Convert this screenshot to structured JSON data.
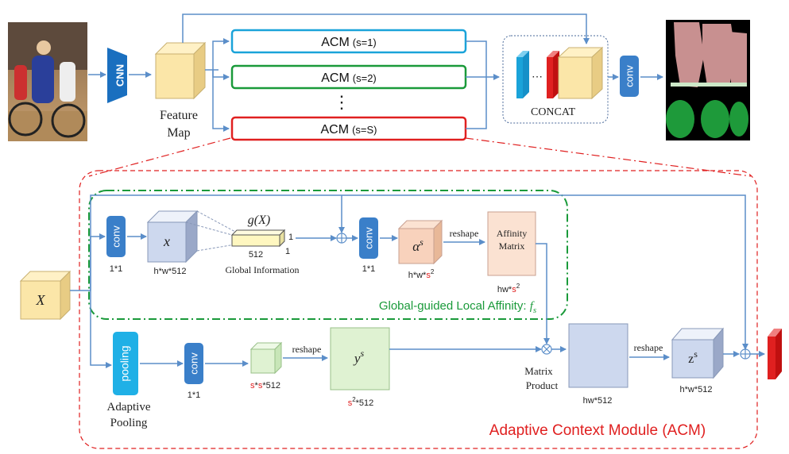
{
  "top": {
    "cnn_label": "CNN",
    "feature_map_label_line1": "Feature",
    "feature_map_label_line2": "Map",
    "acm_branches": [
      {
        "name": "ACM",
        "scale": "(s=1)",
        "color": "#1aa3d9"
      },
      {
        "name": "ACM",
        "scale": "(s=2)",
        "color": "#1a9a3a"
      },
      {
        "name": "ACM",
        "scale": "(s=S)",
        "color": "#e02020"
      }
    ],
    "dots": "⋮",
    "concat_label": "CONCAT",
    "ellipsis": "⋯",
    "conv_label": "conv",
    "input_image": "cyclists-photo",
    "output_image": "segmentation-mask"
  },
  "acm": {
    "title": "Adaptive Context Module (ACM)",
    "input_label": "X",
    "global_branch_title": "Global-guided Local Affinity: ",
    "global_branch_symbol": "f",
    "global_branch_sub": "s",
    "conv_label": "conv",
    "pooling_label": "pooling",
    "conv1_size": "1*1",
    "x_label": "x",
    "x_size": "h*w*512",
    "gx_label": "g(X)",
    "gx_dim_512": "512",
    "gx_dim_1a": "1",
    "gx_dim_1b": "1",
    "global_info_label": "Global Information",
    "conv2_size": "1*1",
    "alpha_label": "α",
    "alpha_sup": "s",
    "alpha_size_base": "h*w*",
    "alpha_size_s": "s",
    "alpha_size_sup": "2",
    "reshape1": "reshape",
    "affinity_line1": "Affinity",
    "affinity_line2": "Matrix",
    "affinity_size_base": "hw*",
    "affinity_size_s": "s",
    "affinity_size_sup": "2",
    "adaptive_pool_line1": "Adaptive",
    "adaptive_pool_line2": "Pooling",
    "conv3_size": "1*1",
    "ss_size_s1": "s",
    "ss_size_mid": "*",
    "ss_size_s2": "s",
    "ss_size_end": "*512",
    "reshape2": "reshape",
    "y_label": "y",
    "y_sup": "s",
    "y_size_s": "s",
    "y_size_sup": "2",
    "y_size_end": "*512",
    "matrix_product_line1": "Matrix",
    "matrix_product_line2": "Product",
    "hw_size": "hw*512",
    "reshape3": "reshape",
    "z_label": "z",
    "z_sup": "s",
    "z_size": "h*w*512"
  },
  "colors": {
    "conv_blue": "#3a7fc9",
    "pool_cyan": "#1fb0e6",
    "feature_yellow": "#fbe6a8",
    "arrow": "#5b8ec9",
    "red_dash": "#e02020",
    "green_dash": "#1a9a3a",
    "red_text": "#e02020",
    "green_text": "#1a9a3a"
  }
}
